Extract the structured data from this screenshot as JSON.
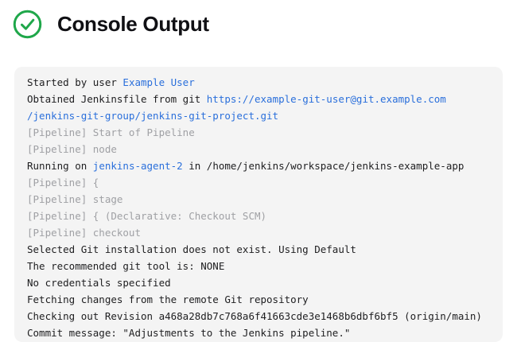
{
  "header": {
    "title": "Console Output",
    "status_icon": "success-check-icon",
    "status_color": "#1fa74a"
  },
  "colors": {
    "page_background": "#ffffff",
    "console_background": "#f4f4f4",
    "text": "#1e1e20",
    "muted_text": "#9fa0a4",
    "link": "#2a6fdb",
    "success_green": "#1fa74a"
  },
  "console": {
    "lines": [
      {
        "segments": [
          {
            "text": "Started by user ",
            "style": "plain"
          },
          {
            "text": "Example User",
            "style": "link"
          }
        ]
      },
      {
        "segments": [
          {
            "text": "Obtained Jenkinsfile from git ",
            "style": "plain"
          },
          {
            "text": "https://example-git-user@git.example.com",
            "style": "link"
          }
        ]
      },
      {
        "segments": [
          {
            "text": "/jenkins-git-group/jenkins-git-project.git",
            "style": "link"
          }
        ]
      },
      {
        "segments": [
          {
            "text": "[Pipeline] Start of Pipeline",
            "style": "muted"
          }
        ]
      },
      {
        "segments": [
          {
            "text": "[Pipeline] node",
            "style": "muted"
          }
        ]
      },
      {
        "segments": [
          {
            "text": "Running on ",
            "style": "plain"
          },
          {
            "text": "jenkins-agent-2",
            "style": "link"
          },
          {
            "text": " in /home/jenkins/workspace/jenkins-example-app",
            "style": "plain"
          }
        ]
      },
      {
        "segments": [
          {
            "text": "[Pipeline] {",
            "style": "muted"
          }
        ]
      },
      {
        "segments": [
          {
            "text": "[Pipeline] stage",
            "style": "muted"
          }
        ]
      },
      {
        "segments": [
          {
            "text": "[Pipeline] { (Declarative: Checkout SCM)",
            "style": "muted"
          }
        ]
      },
      {
        "segments": [
          {
            "text": "[Pipeline] checkout",
            "style": "muted"
          }
        ]
      },
      {
        "segments": [
          {
            "text": "Selected Git installation does not exist. Using Default",
            "style": "plain"
          }
        ]
      },
      {
        "segments": [
          {
            "text": "The recommended git tool is: NONE",
            "style": "plain"
          }
        ]
      },
      {
        "segments": [
          {
            "text": "No credentials specified",
            "style": "plain"
          }
        ]
      },
      {
        "segments": [
          {
            "text": "Fetching changes from the remote Git repository",
            "style": "plain"
          }
        ]
      },
      {
        "segments": [
          {
            "text": "Checking out Revision a468a28db7c768a6f41663cde3e1468b6dbf6bf5 (origin/main)",
            "style": "plain"
          }
        ]
      },
      {
        "segments": [
          {
            "text": "Commit message: \"Adjustments to the Jenkins pipeline.\"",
            "style": "plain"
          }
        ]
      }
    ]
  }
}
